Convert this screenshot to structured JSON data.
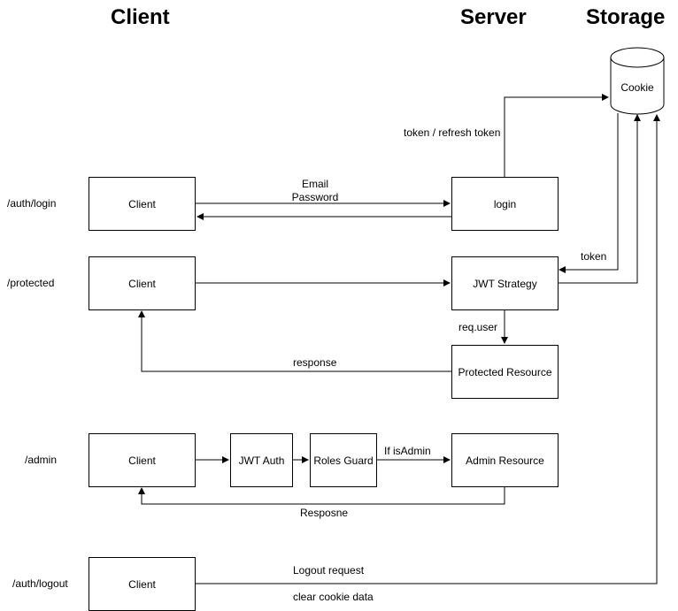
{
  "headers": {
    "client": "Client",
    "server": "Server",
    "storage": "Storage"
  },
  "storage": {
    "cookie": "Cookie"
  },
  "routes": {
    "login": "/auth/login",
    "protected": "/protected",
    "admin": "/admin",
    "logout": "/auth/logout"
  },
  "nodes": {
    "client_login": "Client",
    "login": "login",
    "client_protected": "Client",
    "jwt_strategy": "JWT Strategy",
    "protected_resource": "Protected Resource",
    "client_admin": "Client",
    "jwt_auth": "JWT Auth",
    "roles_guard": "Roles Guard",
    "admin_resource": "Admin Resource",
    "client_logout": "Client"
  },
  "edge_labels": {
    "token_refresh": "token / refresh token",
    "email": "Email",
    "password": "Password",
    "token": "token",
    "req_user": "req.user",
    "response": "response",
    "if_admin": "If isAdmin",
    "resposne": "Resposne",
    "logout_request": "Logout request",
    "clear_cookie": "clear cookie data"
  }
}
